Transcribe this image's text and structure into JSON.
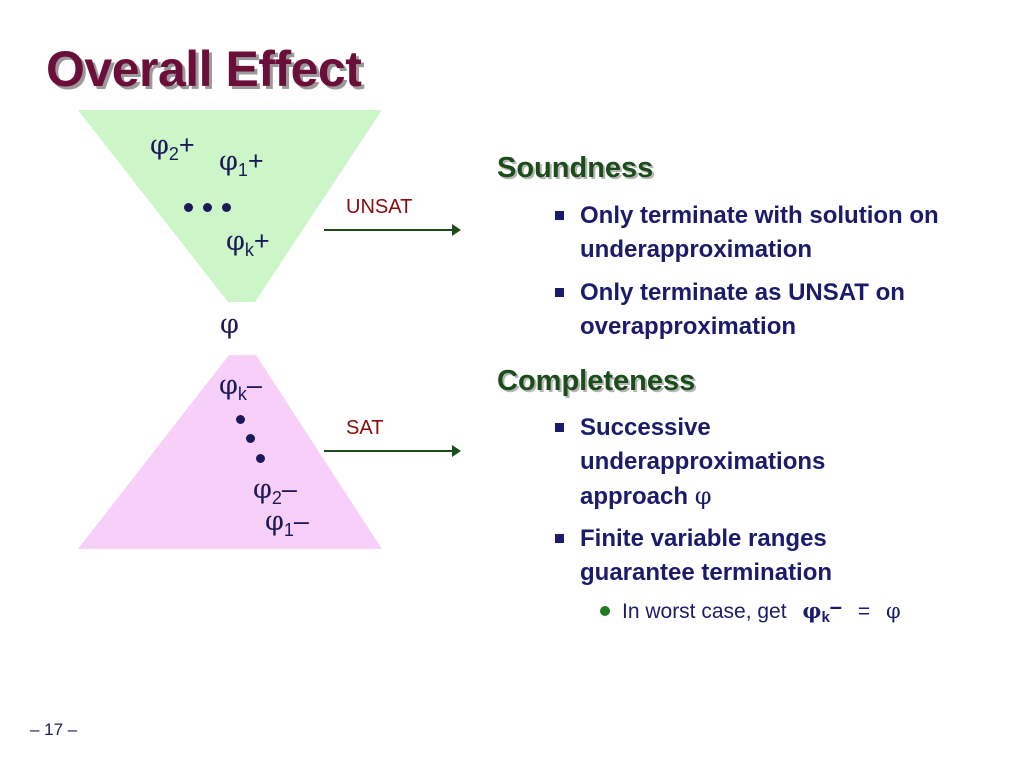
{
  "slide": {
    "title": "Overall Effect",
    "page_number": "– 17 –"
  },
  "diagram": {
    "top_funnel": {
      "color": "#ccf5c8",
      "labels": [
        {
          "phi": "φ",
          "sub": "2",
          "sign": "+"
        },
        {
          "phi": "φ",
          "sub": "1",
          "sign": "+"
        },
        {
          "phi": "φ",
          "sub": "k",
          "sign": "+"
        }
      ]
    },
    "middle_label": "φ",
    "bottom_funnel": {
      "color": "#f8cff8",
      "labels": [
        {
          "phi": "φ",
          "sub": "k",
          "sign": "–"
        },
        {
          "phi": "φ",
          "sub": "2",
          "sign": "–"
        },
        {
          "phi": "φ",
          "sub": "1",
          "sign": "–"
        }
      ]
    },
    "unsat_label": "UNSAT",
    "unsat_color": "#8b0a0a",
    "sat_label": "SAT",
    "sat_color": "#8b0a0a",
    "arrow_color": "#1b4d1b"
  },
  "soundness": {
    "heading": "Soundness",
    "bullets": [
      "Only terminate with solution on underapproximation",
      "Only terminate as UNSAT on overapproximation"
    ]
  },
  "completeness": {
    "heading": "Completeness",
    "bullets": [
      {
        "text": "Successive underapproximations approach ",
        "symbol": "φ"
      },
      {
        "text": "Finite variable ranges guarantee termination"
      }
    ],
    "sub_bullet": {
      "text": "In worst case, get",
      "phi": "φ",
      "sub": "k",
      "sign": "–",
      "equals": "=",
      "rhs": "φ"
    }
  }
}
